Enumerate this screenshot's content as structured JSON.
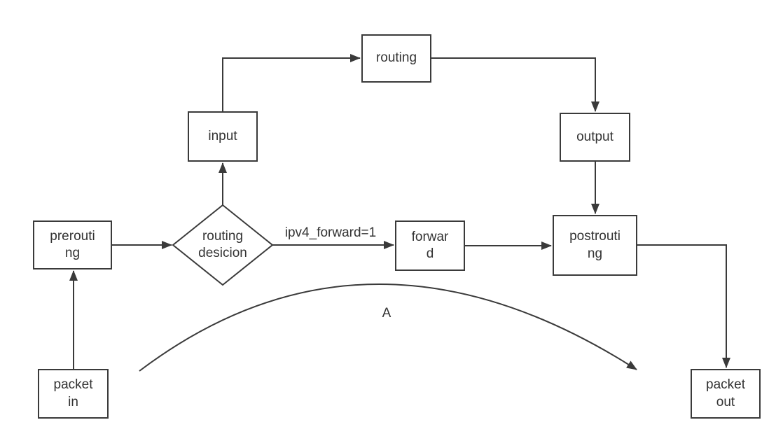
{
  "diagram": {
    "nodes": {
      "packet_in": {
        "label": "packet\nin"
      },
      "prerouting": {
        "label": "prerouti\nng"
      },
      "routing_decision": {
        "label": "routing\ndesicion"
      },
      "input": {
        "label": "input"
      },
      "routing": {
        "label": "routing"
      },
      "output": {
        "label": "output"
      },
      "forward": {
        "label": "forwar\nd"
      },
      "postrouting": {
        "label": "postrouti\nng"
      },
      "packet_out": {
        "label": "packet\nout"
      }
    },
    "edge_labels": {
      "ipv4_forward": "ipv4_forward=1",
      "curve": "A"
    },
    "colors": {
      "stroke": "#3a3a3a",
      "text": "#333333",
      "background": "#ffffff"
    }
  }
}
